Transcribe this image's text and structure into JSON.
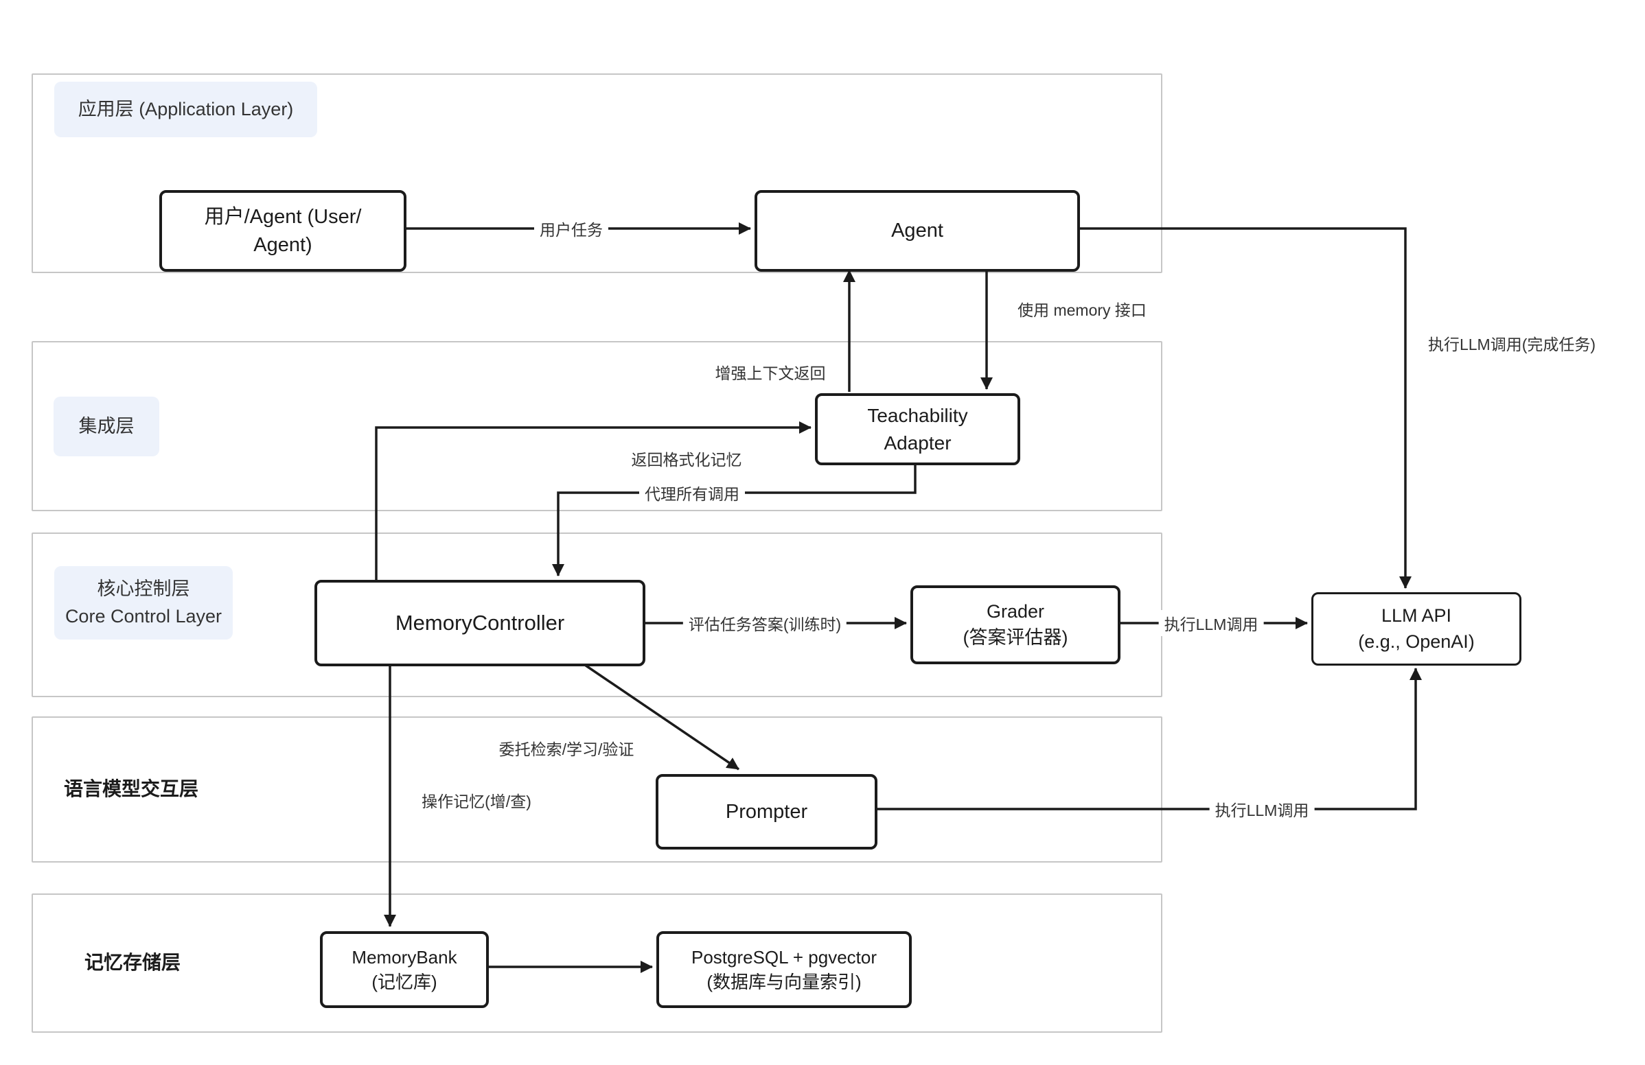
{
  "diagram": {
    "layers": {
      "application": {
        "label": "应用层 (Application Layer)"
      },
      "integration": {
        "label": "集成层"
      },
      "core_control": {
        "label_zh": "核心控制层",
        "label_en": "Core Control Layer"
      },
      "language_model": {
        "label": "语言模型交互层"
      },
      "memory_storage": {
        "label": "记忆存储层"
      }
    },
    "nodes": {
      "user_agent": {
        "line1": "用户/Agent (User/",
        "line2": "Agent)"
      },
      "agent": {
        "line1": "Agent",
        "line2": ""
      },
      "teachability_adapter": {
        "line1": "Teachability",
        "line2": "Adapter"
      },
      "memory_controller": {
        "line1": "MemoryController",
        "line2": ""
      },
      "grader": {
        "line1": "Grader",
        "line2": "(答案评估器)"
      },
      "llm_api": {
        "line1": "LLM API",
        "line2": "(e.g., OpenAI)"
      },
      "prompter": {
        "line1": "Prompter",
        "line2": ""
      },
      "memory_bank": {
        "line1": "MemoryBank",
        "line2": "(记忆库)"
      },
      "postgresql": {
        "line1": "PostgreSQL + pgvector",
        "line2": "(数据库与向量索引)"
      }
    },
    "edge_labels": {
      "user_task": "用户任务",
      "use_memory_interface": "使用 memory 接口",
      "exec_llm_complete_task": "执行LLM调用(完成任务)",
      "augmented_context_return": "增强上下文返回",
      "return_formatted_memory": "返回格式化记忆",
      "proxy_all_calls": "代理所有调用",
      "evaluate_task_answers": "评估任务答案(训练时)",
      "exec_llm_call_grader": "执行LLM调用",
      "delegate_retrieve_learn_verify": "委托检索/学习/验证",
      "operate_memory": "操作记忆(增/查)",
      "exec_llm_call_prompter": "执行LLM调用"
    },
    "colors": {
      "node_border": "#1b1b1b",
      "layer_border": "#c6c6c6",
      "chip_background": "#edf2fb",
      "edge": "#1b1b1b"
    }
  }
}
